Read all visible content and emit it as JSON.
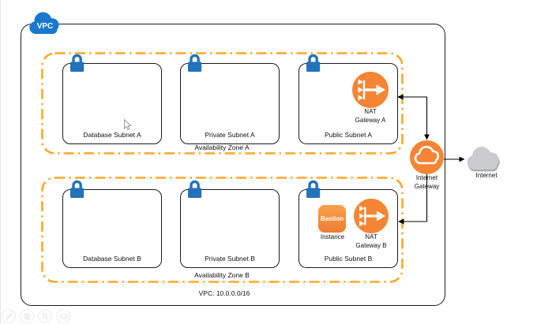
{
  "diagram": {
    "vpc": {
      "badge": "VPC",
      "cidr_label": "VPC: 10.0.0.0/16"
    },
    "zones": [
      {
        "label": "Availability Zone A",
        "subnets": [
          "Database Subnet A",
          "Private Subnet A",
          "Public Subnet A"
        ]
      },
      {
        "label": "Availability Zone B",
        "subnets": [
          "Database Subnet B",
          "Private Subnet B",
          "Public Subnet B"
        ]
      }
    ],
    "nat_gateway_a": {
      "line1": "NAT",
      "line2": "Gateway A"
    },
    "nat_gateway_b": {
      "line1": "NAT",
      "line2": "Gateway B"
    },
    "bastion": {
      "label": "Bastion",
      "sublabel": "Instance"
    },
    "internet_gateway": {
      "line1": "Internet",
      "line2": "Gateway"
    },
    "internet": {
      "label": "Internet"
    },
    "colors": {
      "aws_orange": "#F58534",
      "zone_border": "#FFA726",
      "lock_blue": "#2273B9",
      "vpc_badge_blue": "#1878CE",
      "internet_cloud_gray": "#C9CBCE",
      "connector_black": "#000000"
    }
  },
  "overlay_toolbar": {
    "icons": [
      "edit-icon",
      "copy-icon",
      "zoom-icon",
      "zoom-level-icon"
    ]
  }
}
